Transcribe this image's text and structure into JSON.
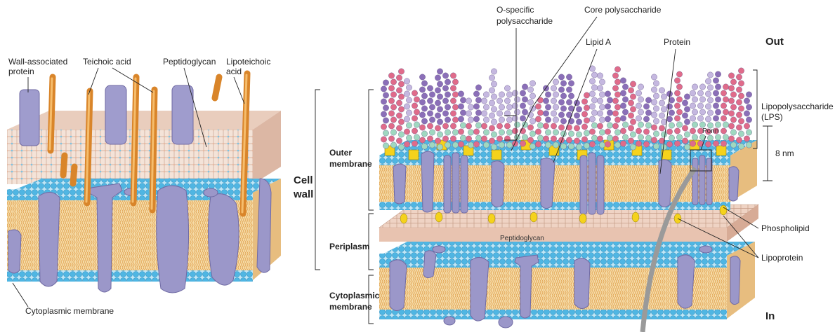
{
  "gram_positive": {
    "labels": {
      "wall_associated_protein": [
        "Wall-associated",
        "protein"
      ],
      "teichoic_acid": "Teichoic acid",
      "peptidoglycan": "Peptidoglycan",
      "lipoteichoic_acid": [
        "Lipoteichoic",
        "acid"
      ],
      "cytoplasmic_membrane": "Cytoplasmic membrane"
    }
  },
  "gram_negative": {
    "labels": {
      "o_specific_polysaccharide": [
        "O-specific",
        "polysaccharide"
      ],
      "core_polysaccharide": "Core polysaccharide",
      "lipid_a": "Lipid A",
      "protein": "Protein",
      "out": "Out",
      "in": "In",
      "lps": [
        "Lipopolysaccharide",
        "(LPS)"
      ],
      "porin": "Porin",
      "thickness": "8 nm",
      "cell_wall": [
        "Cell",
        "wall"
      ],
      "outer_membrane": [
        "Outer",
        "membrane"
      ],
      "periplasm": "Periplasm",
      "cytoplasmic_membrane": [
        "Cytoplasmic",
        "membrane"
      ],
      "peptidoglycan": "Peptidoglycan",
      "phospholipid": "Phospholipid",
      "lipoprotein": "Lipoprotein"
    }
  },
  "colors": {
    "head_blue": "#4fb6e3",
    "lipid_tail": "#f0c98a",
    "protein_purple": "#9b97c9",
    "teichoic_orange": "#f1a23e",
    "peptidoglycan_pink": "#f2dcd0",
    "lipid_a_yellow": "#f5d21c",
    "o_chain_purple": "#8b6fb8",
    "o_chain_lilac": "#c5b8e0",
    "o_chain_pink": "#e06b8a"
  }
}
